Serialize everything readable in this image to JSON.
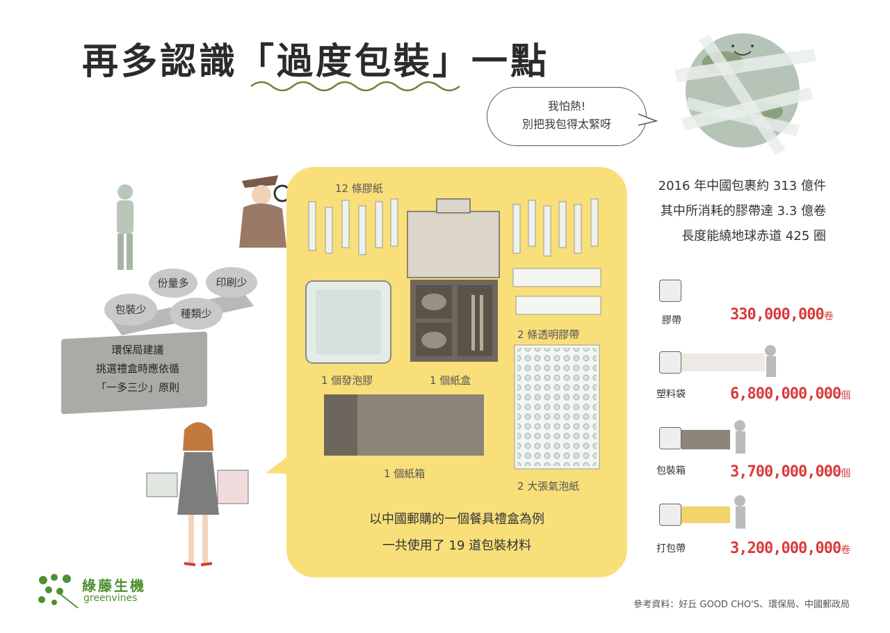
{
  "title": "再多認識「過度包裝」一點",
  "speech_bubble": {
    "line1": "我怕熱!",
    "line2": "別把我包得太緊呀"
  },
  "sign": {
    "line1": "環保局建議",
    "line2": "挑選禮盒時應依循",
    "line3": "「一多三少」原則"
  },
  "stones": {
    "s1": "份量多",
    "s2": "印刷少",
    "s3": "包裝少",
    "s4": "種類少"
  },
  "box_items": {
    "tape_strips": "12 條膠紙",
    "foam": "1 個發泡膠",
    "paper_box": "1 個紙盒",
    "clear_tape": "2 條透明膠帶",
    "carton": "1 個紙箱",
    "bubble_wrap": "2 大張氣泡紙"
  },
  "box_summary": {
    "line1": "以中國郵購的一個餐具禮盒為例",
    "line2": "一共使用了 19 道包裝材料"
  },
  "stats_text": {
    "line1": "2016 年中國包裹約 313 億件",
    "line2": "其中所消耗的膠帶達 3.3 億卷",
    "line3": "長度能繞地球赤道 425 圈"
  },
  "materials": [
    {
      "label": "膠帶",
      "value": "330,000,000",
      "unit": "卷"
    },
    {
      "label": "塑料袋",
      "value": "6,800,000,000",
      "unit": "個"
    },
    {
      "label": "包裝箱",
      "value": "3,700,000,000",
      "unit": "個"
    },
    {
      "label": "打包帶",
      "value": "3,200,000,000",
      "unit": "卷"
    }
  ],
  "logo": {
    "zh": "綠藤生機",
    "en": "greenvines"
  },
  "footer": "參考資料：好丘 GOOD CHO'S、環保局、中國郵政局",
  "colors": {
    "yellow": "#f8df7a",
    "red_numbers": "#d93a3a",
    "brand_green": "#4e8f2f"
  }
}
